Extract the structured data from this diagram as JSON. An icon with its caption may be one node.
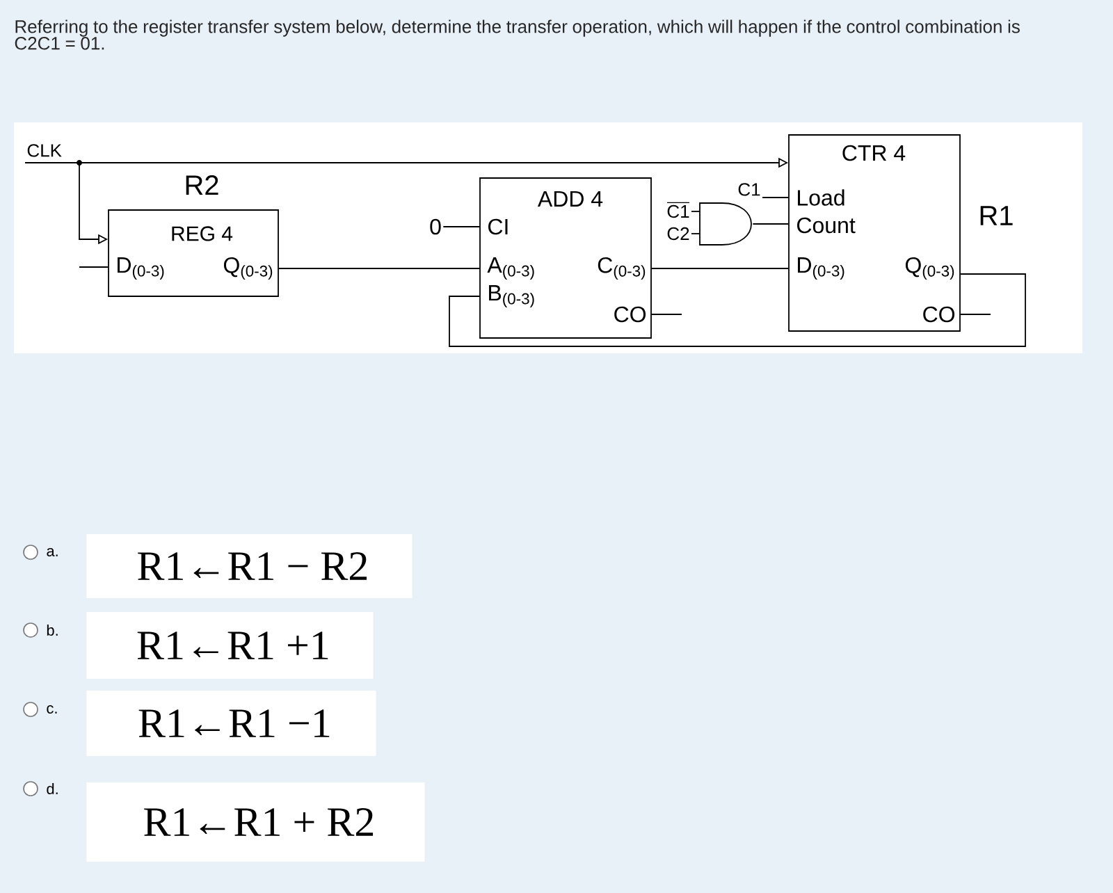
{
  "diagram": {
    "title": "Referring to the register transfer system below, determine the transfer operation, which will happen if the control combination is C2C1 = 01.",
    "nodes": [
      {
        "text": [
          "CLK"
        ]
      },
      {
        "text": [
          "R2",
          "REG 4",
          "D$_{(0-3)}$",
          "Q$_{(0-3)}$"
        ]
      },
      {
        "text": [
          "0"
        ]
      },
      {
        "text": [
          "ADD 4",
          "CI",
          "A$_{(0-3)}$",
          "B$_{(0-3)}$",
          "C$_{(0-3)}$",
          "CO"
        ]
      },
      {
        "text": [
          "C1"
        ]
      },
      {
        "text": [
          "C2"
        ]
      },
      {
        "text": [],
        "shape": "gate"
      },
      {
        "text": [
          "C1"
        ]
      },
      {
        "text": [
          "CTR 4",
          "Load",
          "Count",
          "D$_{(0-3)}$",
          "Q$_{(0-3)}$",
          "CO",
          "R1"
        ]
      }
    ],
    "edges": [
      {
        "from": 0,
        "to": 1,
        "arrow": "to"
      },
      {
        "from": 0,
        "to": 8,
        "arrow": "to"
      },
      {
        "from": null,
        "to": 1,
        "arrow": "none"
      },
      {
        "from": 1,
        "to": 3,
        "arrow": "none"
      },
      {
        "from": 2,
        "to": 3,
        "arrow": "none"
      },
      {
        "from": 3,
        "to": null,
        "arrow": "none"
      },
      {
        "from": 4,
        "to": 6,
        "arrow": "none"
      },
      {
        "from": 5,
        "to": 6,
        "arrow": "none"
      },
      {
        "from": 6,
        "to": 8,
        "arrow": "none"
      },
      {
        "from": 7,
        "to": 8,
        "arrow": "none"
      },
      {
        "from": 3,
        "to": 8,
        "arrow": "none"
      },
      {
        "from": 8,
        "to": 3,
        "arrow": "none"
      },
      {
        "from": 8,
        "to": null,
        "arrow": "none"
      }
    ],
    "labels": [
      "a.",
      "R1←R1 − R2",
      "b.",
      "R1←R1 +1",
      "c.",
      "R1←R1 −1",
      "d.",
      "R1←R1 + R2"
    ]
  }
}
